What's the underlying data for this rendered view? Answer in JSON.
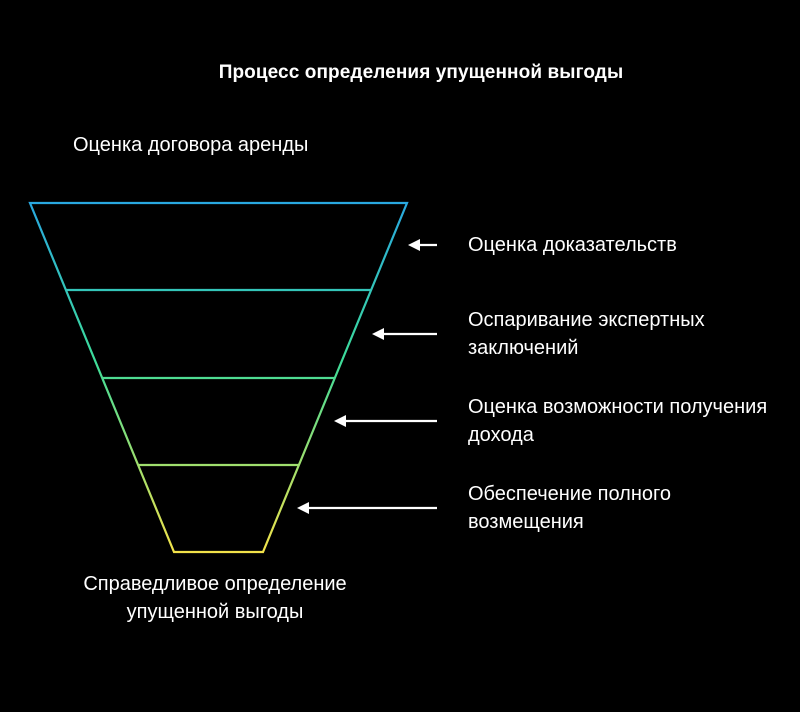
{
  "title": "Процесс определения упущенной выгоды",
  "top_label": "Оценка договора аренды",
  "bottom_label": "Справедливое определение упущенной выгоды",
  "stages": [
    {
      "label": "Оценка доказательств"
    },
    {
      "label": "Оспаривание экспертных заключений"
    },
    {
      "label": "Оценка возможности получения дохода"
    },
    {
      "label": "Обеспечение полного возмещения"
    }
  ],
  "colors": {
    "background": "#000000",
    "text": "#ffffff",
    "gradient_top": "#29a8e0",
    "gradient_mid": "#3ddc9a",
    "gradient_bottom": "#f2e24a",
    "arrow": "#ffffff"
  }
}
